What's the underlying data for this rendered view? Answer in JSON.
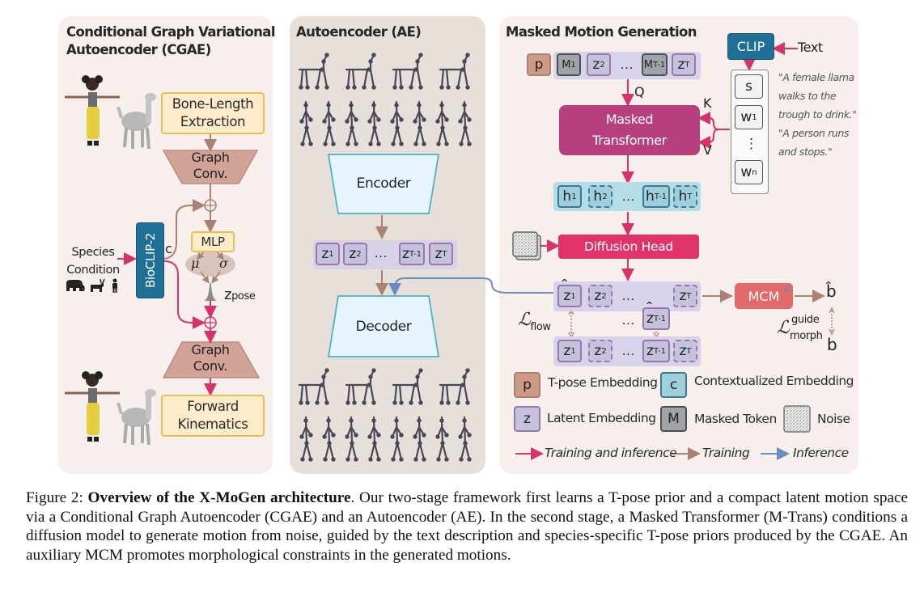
{
  "figure": {
    "panels": {
      "cgae": {
        "title_line1": "Conditional Graph Variational",
        "title_line2": "Autoencoder (CGAE)",
        "bone_length_line1": "Bone-Length",
        "bone_length_line2": "Extraction",
        "graph_conv_line1": "Graph",
        "graph_conv_line2": "Conv.",
        "mlp": "MLP",
        "mu": "μ",
        "sigma": "σ",
        "z_pose": "z",
        "z_pose_sub": "pose",
        "bioclip": "BioCLIP-2",
        "c_label": "c",
        "species_line1": "Species",
        "species_line2": "Condition",
        "forward_line1": "Forward",
        "forward_line2": "Kinematics",
        "species_icons": [
          "elephant-icon",
          "deer-icon",
          "person-icon"
        ]
      },
      "ae": {
        "title": "Autoencoder (AE)",
        "encoder": "Encoder",
        "decoder": "Decoder",
        "tokens": [
          {
            "base": "z",
            "sub": "1"
          },
          {
            "base": "z",
            "sub": "2"
          },
          {
            "base": "z",
            "sub": "T-1"
          },
          {
            "base": "z",
            "sub": "T"
          }
        ],
        "ellipsis": "…"
      },
      "mmg": {
        "title": "Masked Motion Generation",
        "input_tokens": [
          {
            "base": "p",
            "sub": "",
            "kind": "tpose"
          },
          {
            "base": "M",
            "sub": "1",
            "kind": "masked"
          },
          {
            "base": "z",
            "sub": "2",
            "kind": "latent"
          },
          {
            "base": "M",
            "sub": "T-1",
            "kind": "masked"
          },
          {
            "base": "z",
            "sub": "T",
            "kind": "latent"
          }
        ],
        "q_label": "Q",
        "k_label": "K",
        "v_label": "V",
        "masked_transformer_line1": "Masked",
        "masked_transformer_line2": "Transformer",
        "clip": "CLIP",
        "text_label": "Text",
        "text_tokens": [
          "s",
          "w",
          "⋮",
          "w"
        ],
        "text_token_subs": [
          "",
          "1",
          "",
          "n"
        ],
        "quotes": [
          "\"A female llama",
          "walks to the",
          "trough to drink.\"",
          "\"A person runs",
          "and stops.\""
        ],
        "h_tokens": [
          {
            "base": "h",
            "sub": "1"
          },
          {
            "base": "h",
            "sub": "2"
          },
          {
            "base": "h",
            "sub": "T-1"
          },
          {
            "base": "h",
            "sub": "T"
          }
        ],
        "diffusion_head": "Diffusion Head",
        "pred_tokens": [
          {
            "base": "z",
            "sub": "1"
          },
          {
            "base": "z",
            "sub": "2"
          },
          {
            "base": "z",
            "sub": "T-1"
          },
          {
            "base": "z",
            "sub": "T"
          }
        ],
        "gt_tokens": [
          {
            "base": "z",
            "sub": "1"
          },
          {
            "base": "z",
            "sub": "2"
          },
          {
            "base": "z",
            "sub": "T-1"
          },
          {
            "base": "z",
            "sub": "T"
          }
        ],
        "loss_flow": "ℒ",
        "loss_flow_sub": "flow",
        "mcm": "MCM",
        "b_hat": "b̂",
        "b": "b",
        "loss_morph": "ℒ",
        "loss_morph_sup": "guide",
        "loss_morph_sub": "morph",
        "ellipsis": "…"
      }
    },
    "legend": {
      "tpose_symbol": "p",
      "tpose_label": "T-pose Embedding",
      "context_symbol": "c",
      "context_label": "Contextualized Embedding",
      "latent_symbol": "z",
      "latent_label": "Latent Embedding",
      "masked_symbol": "M",
      "masked_label": "Masked Token",
      "noise_label": "Noise",
      "train_infer_label": "Training and inference",
      "train_label": "Training",
      "infer_label": "Inference"
    },
    "colors": {
      "train_and_inference": "#d6336c",
      "training": "#a88373",
      "inference": "#6a8cc0",
      "masked_transformer": "#b83f7e",
      "diffusion_head": "#e0336a",
      "mcm": "#e26a6a",
      "bioclip": "#1f6f96",
      "clip": "#1f6f96"
    }
  },
  "caption": {
    "prefix": "Figure 2: ",
    "bold": "Overview of the X-MoGen architecture",
    "text": ". Our two-stage framework first learns a T-pose prior and a compact latent motion space via a Conditional Graph Autoencoder (CGAE) and an Autoencoder (AE). In the second stage, a Masked Transformer (M-Trans) conditions a diffusion model to generate motion from noise, guided by the text description and species-specific T-pose priors produced by the CGAE. An auxiliary MCM promotes morphological constraints in the generated motions."
  }
}
